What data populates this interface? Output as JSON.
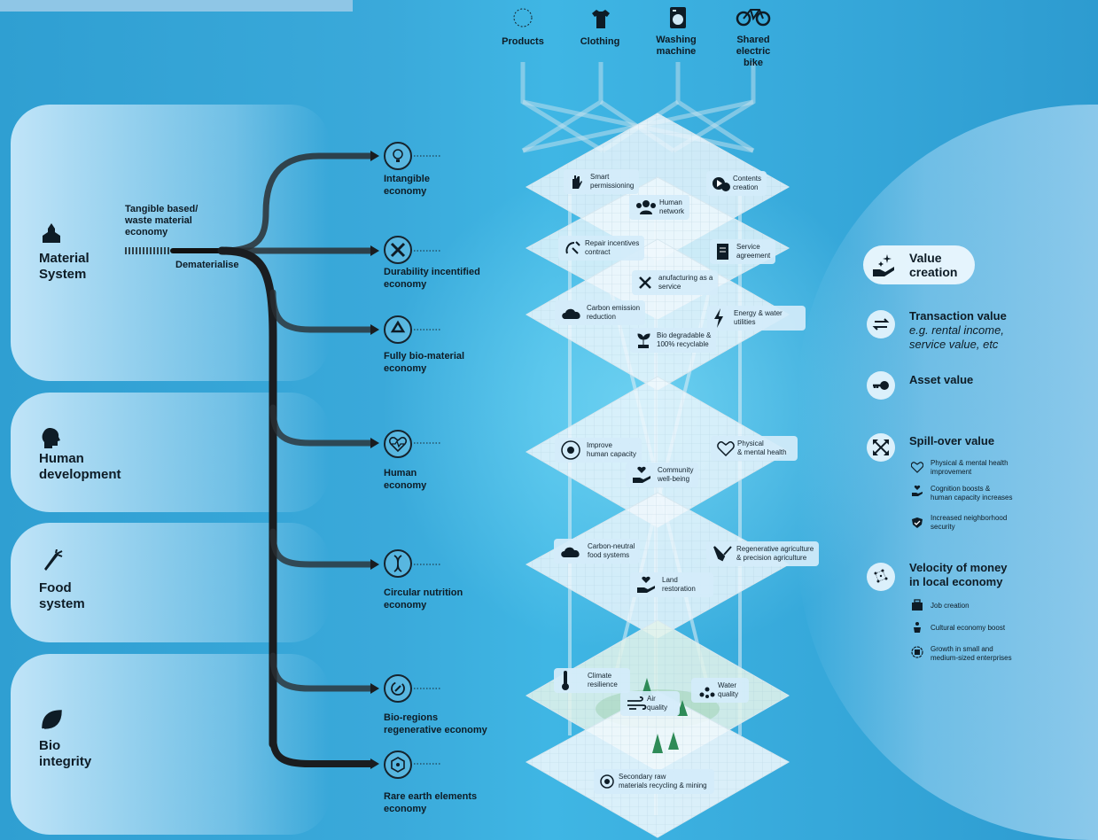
{
  "products": [
    {
      "label": "Products",
      "icon": "dotted-circle-icon"
    },
    {
      "label": "Clothing",
      "icon": "tshirt-icon"
    },
    {
      "label": "Washing\nmachine",
      "icon": "washing-machine-icon"
    },
    {
      "label": "Shared\nelectric\nbike",
      "icon": "bicycle-icon"
    }
  ],
  "systems": [
    {
      "label": "Material\nSystem",
      "icon": "building-icon"
    },
    {
      "label": "Human\ndevelopment",
      "icon": "head-icon"
    },
    {
      "label": "Food\nsystem",
      "icon": "carrot-icon"
    },
    {
      "label": "Bio\nintegrity",
      "icon": "leaf-icon"
    }
  ],
  "tangible_label": "Tangible based/\nwaste material\neconomy",
  "dematerialise_label": "Dematerialise",
  "economies": [
    {
      "label": "Intangible\neconomy",
      "icon": "lightbulb-icon"
    },
    {
      "label": "Durability incentified\neconomy",
      "icon": "tools-icon"
    },
    {
      "label": "Fully bio-material\neconomy",
      "icon": "recycle-icon"
    },
    {
      "label": "Human\neconomy",
      "icon": "heart-pulse-icon"
    },
    {
      "label": "Circular nutrition\neconomy",
      "icon": "dna-icon"
    },
    {
      "label": "Bio-regions\nregenerative economy",
      "icon": "eco-leaf-icon"
    },
    {
      "label": "Rare earth elements\neconomy",
      "icon": "atom-icon"
    }
  ],
  "tags": [
    {
      "label": "Smart\npermissioning",
      "icon": "hand-icon"
    },
    {
      "label": "Contents\ncreation",
      "icon": "play-chat-icon"
    },
    {
      "label": "Human\nnetwork",
      "icon": "people-icon"
    },
    {
      "label": "Repair incentives\ncontract",
      "icon": "repair-icon"
    },
    {
      "label": "Service\nagreement",
      "icon": "document-icon"
    },
    {
      "label": "anufacturing as a\nservice",
      "icon": "tools-icon"
    },
    {
      "label": "Carbon emission\nreduction",
      "icon": "cloud-icon"
    },
    {
      "label": "Energy & water\nutilities",
      "icon": "lightning-icon"
    },
    {
      "label": "Bio degradable &\n100% recyclable",
      "icon": "sprout-icon"
    },
    {
      "label": "Improve\nhuman capacity",
      "icon": "brain-icon"
    },
    {
      "label": "Physical\n& mental health",
      "icon": "heart-pulse-icon"
    },
    {
      "label": "Community\nwell-being",
      "icon": "hand-heart-icon"
    },
    {
      "label": "Carbon-neutral\nfood systems",
      "icon": "cloud-icon"
    },
    {
      "label": "Regenerative agriculture\n& precision agriculture",
      "icon": "farm-tools-icon"
    },
    {
      "label": "Land\nrestoration",
      "icon": "hand-heart-icon"
    },
    {
      "label": "Climate\nresilience",
      "icon": "thermometer-icon"
    },
    {
      "label": "Water\nquality",
      "icon": "droplets-icon"
    },
    {
      "label": "Air\nquality",
      "icon": "wind-icon"
    },
    {
      "label": "Secondary raw\nmaterials recycling & mining",
      "icon": "target-icon"
    }
  ],
  "legend": {
    "value_creation": "Value\ncreation",
    "transaction_title": "Transaction value",
    "transaction_sub": "e.g. rental income,\nservice value, etc",
    "asset_title": "Asset value",
    "spillover_title": "Spill-over value",
    "spillover_items": [
      "Physical & mental health\nimprovement",
      "Cognition boosts &\nhuman capacity increases",
      "Increased neighborhood\nsecurity"
    ],
    "velocity_title": "Velocity of money\nin local economy",
    "velocity_items": [
      "Job creation",
      "Cultural economy boost",
      "Growth in small and\nmedium-sized enterprises"
    ]
  },
  "colors": {
    "background": "#3aa9da",
    "panel": "#c8e8fa",
    "ink": "#0e1c26"
  }
}
